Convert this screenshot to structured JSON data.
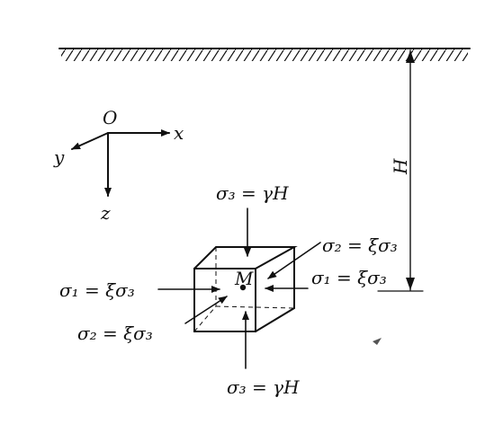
{
  "axes": {
    "origin": "O",
    "x": "x",
    "y": "y",
    "z": "z"
  },
  "depth_label": "H",
  "point_label": "M",
  "stresses": {
    "top": "σ₃ = γH",
    "bottom": "σ₃ = γH",
    "left": "σ₁ = ξσ₃",
    "right": "σ₁ = ξσ₃",
    "front": "σ₂ = ξσ₃",
    "back": "σ₂ = ξσ₃"
  },
  "colors": {
    "ink": "#111111",
    "background": "#ffffff"
  }
}
